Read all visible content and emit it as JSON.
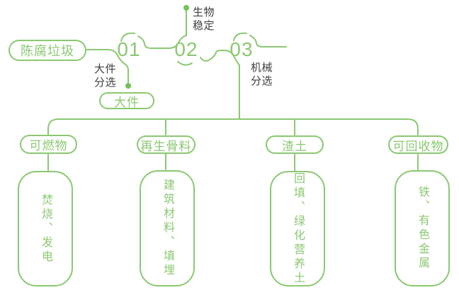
{
  "colors": {
    "line_green": "#8bc872",
    "dot_green": "#74c356",
    "label_dark": "#3e3e3e",
    "background": "#ffffff"
  },
  "flow": {
    "source": "陈腐垃圾",
    "steps": [
      {
        "number": "01",
        "label": "大件分选",
        "branch": "大件"
      },
      {
        "number": "02",
        "label": "生物稳定"
      },
      {
        "number": "03",
        "label": "机械分选"
      }
    ]
  },
  "outputs": [
    {
      "category": "可燃物",
      "result": "焚烧、发电"
    },
    {
      "category": "再生骨料",
      "result": "建筑材料、填埋"
    },
    {
      "category": "渣土",
      "result": "回填、绿化营养土"
    },
    {
      "category": "可回收物",
      "result": "铁、有色金属"
    }
  ]
}
